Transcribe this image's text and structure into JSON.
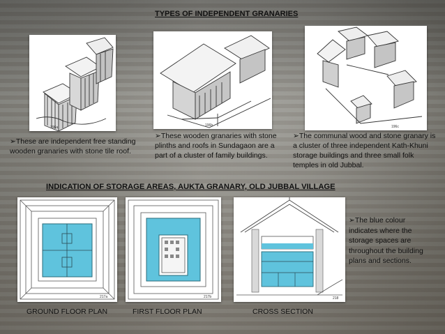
{
  "title": "TYPES OF INDEPENDENT GRANARIES",
  "section_title": "INDICATION OF STORAGE AREAS, AUKTA GRANARY, OLD JUBBAL VILLAGE",
  "bullet_glyph": "➢",
  "descriptions": [
    "These are independent free standing wooden granaries with stone tile roof.",
    "These wooden granaries with stone plinths and roofs in Sundagaon are a part of a cluster of family buildings.",
    "The communal wood and stone granary is a cluster of three independent Kath-Khuni storage buildings and three small folk temples in old Jubbal."
  ],
  "photo_labels": [
    "196a",
    "196b",
    "196c"
  ],
  "plan_labels": [
    "217a",
    "217b",
    "218"
  ],
  "captions": [
    "GROUND FLOOR PLAN",
    "FIRST FLOOR PLAN",
    "CROSS SECTION"
  ],
  "side_note": "The blue colour indicates where the storage spaces are throughout the building plans and sections.",
  "colors": {
    "storage_blue": "#5fc3dd",
    "line": "#444444",
    "text": "#111111"
  }
}
